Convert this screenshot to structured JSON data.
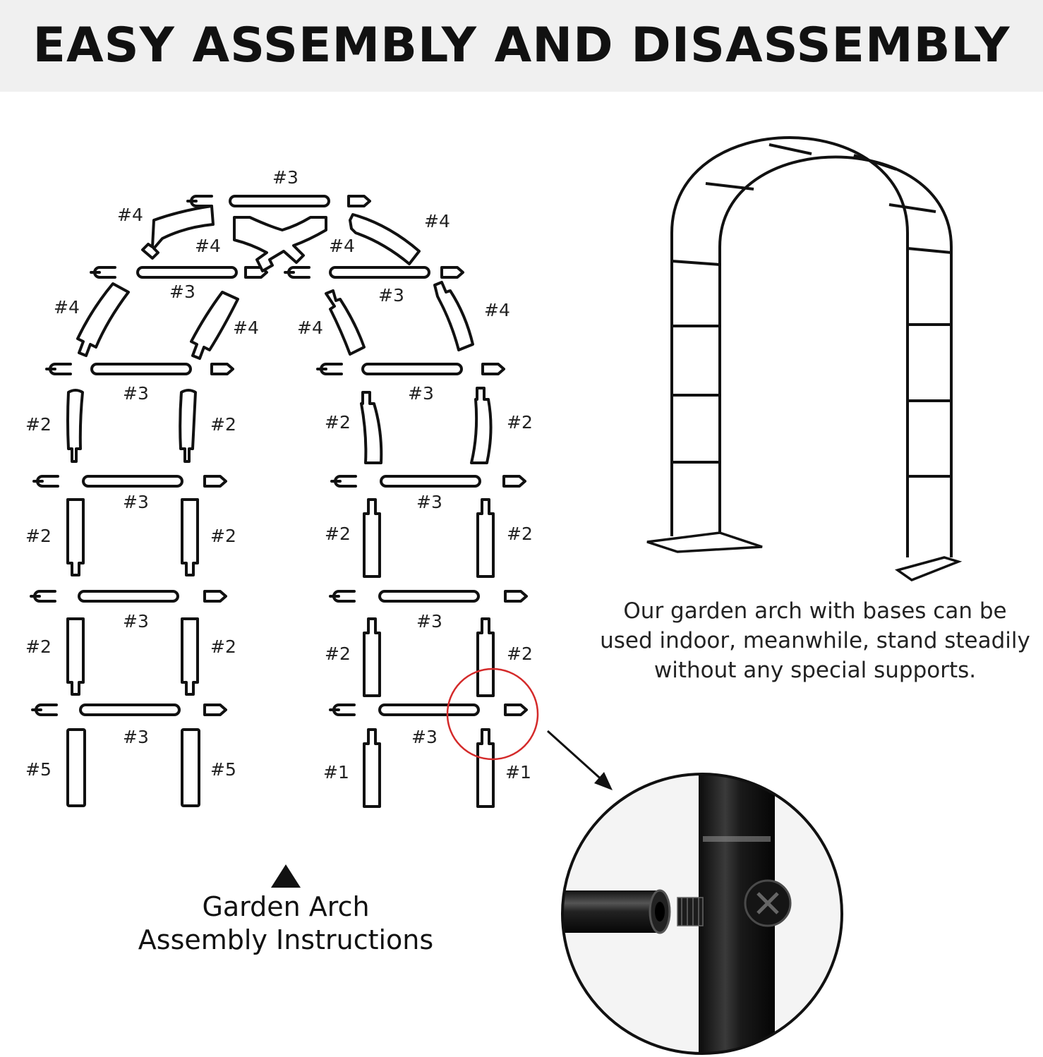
{
  "header": {
    "title": "EASY ASSEMBLY AND DISASSEMBLY"
  },
  "colors": {
    "header_bg": "#f0f0f0",
    "ink": "#111111",
    "highlight_circle": "#d42a2a"
  },
  "part_labels": {
    "top": "#3",
    "upper_left_outer": "#4",
    "upper_left_inner": "#4",
    "upper_right_inner": "#4",
    "upper_right_outer": "#4",
    "row1_left_bar": "#3",
    "row1_right_bar": "#3",
    "left_l4_a": "#4",
    "left_l4_b": "#4",
    "right_l4_a": "#4",
    "right_l4_b": "#4",
    "left": {
      "bars": [
        "#3",
        "#3",
        "#3",
        "#3"
      ],
      "legs_left": [
        "#2",
        "#2",
        "#2",
        "#5"
      ],
      "legs_right": [
        "#2",
        "#2",
        "#2",
        "#5"
      ]
    },
    "right": {
      "bars": [
        "#3",
        "#3",
        "#3",
        "#3"
      ],
      "legs_left": [
        "#2",
        "#2",
        "#2",
        "#1"
      ],
      "legs_right": [
        "#2",
        "#2",
        "#2",
        "#1"
      ]
    }
  },
  "caption": {
    "line1": "Our garden arch with bases can be",
    "line2": "used indoor, meanwhile, stand steadily",
    "line3": "without any special supports."
  },
  "instructions": {
    "line1": "Garden Arch",
    "line2": "Assembly Instructions"
  },
  "icons": {
    "pointer": "triangle-up-icon",
    "zoom": "magnify-circle-icon",
    "arrow": "arrow-down-right-icon"
  }
}
